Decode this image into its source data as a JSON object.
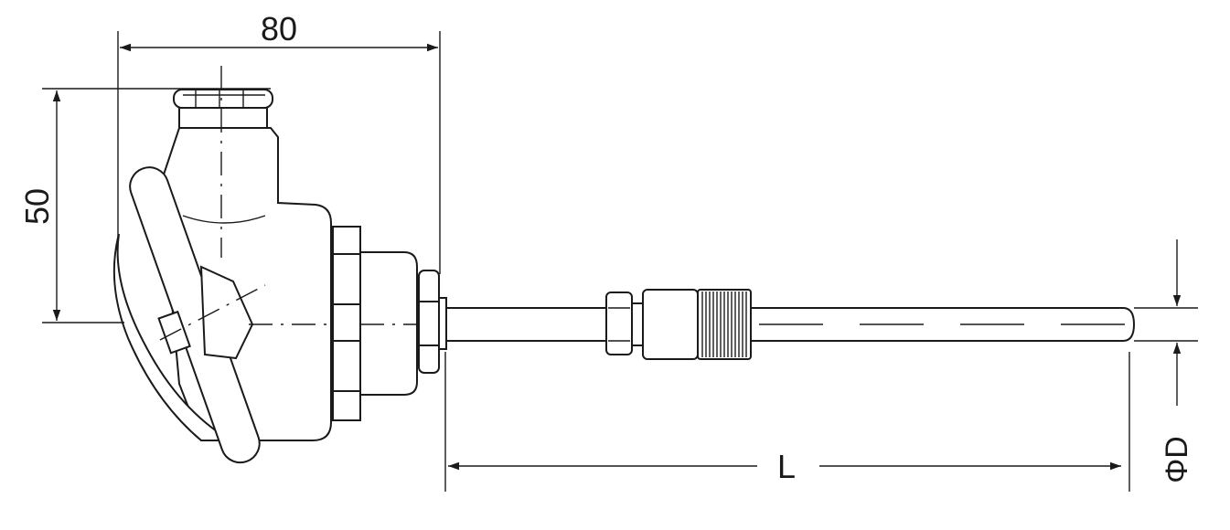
{
  "dimensions": {
    "width_label": "80",
    "height_label": "50",
    "length_label": "L",
    "diameter_label": "ΦD"
  }
}
